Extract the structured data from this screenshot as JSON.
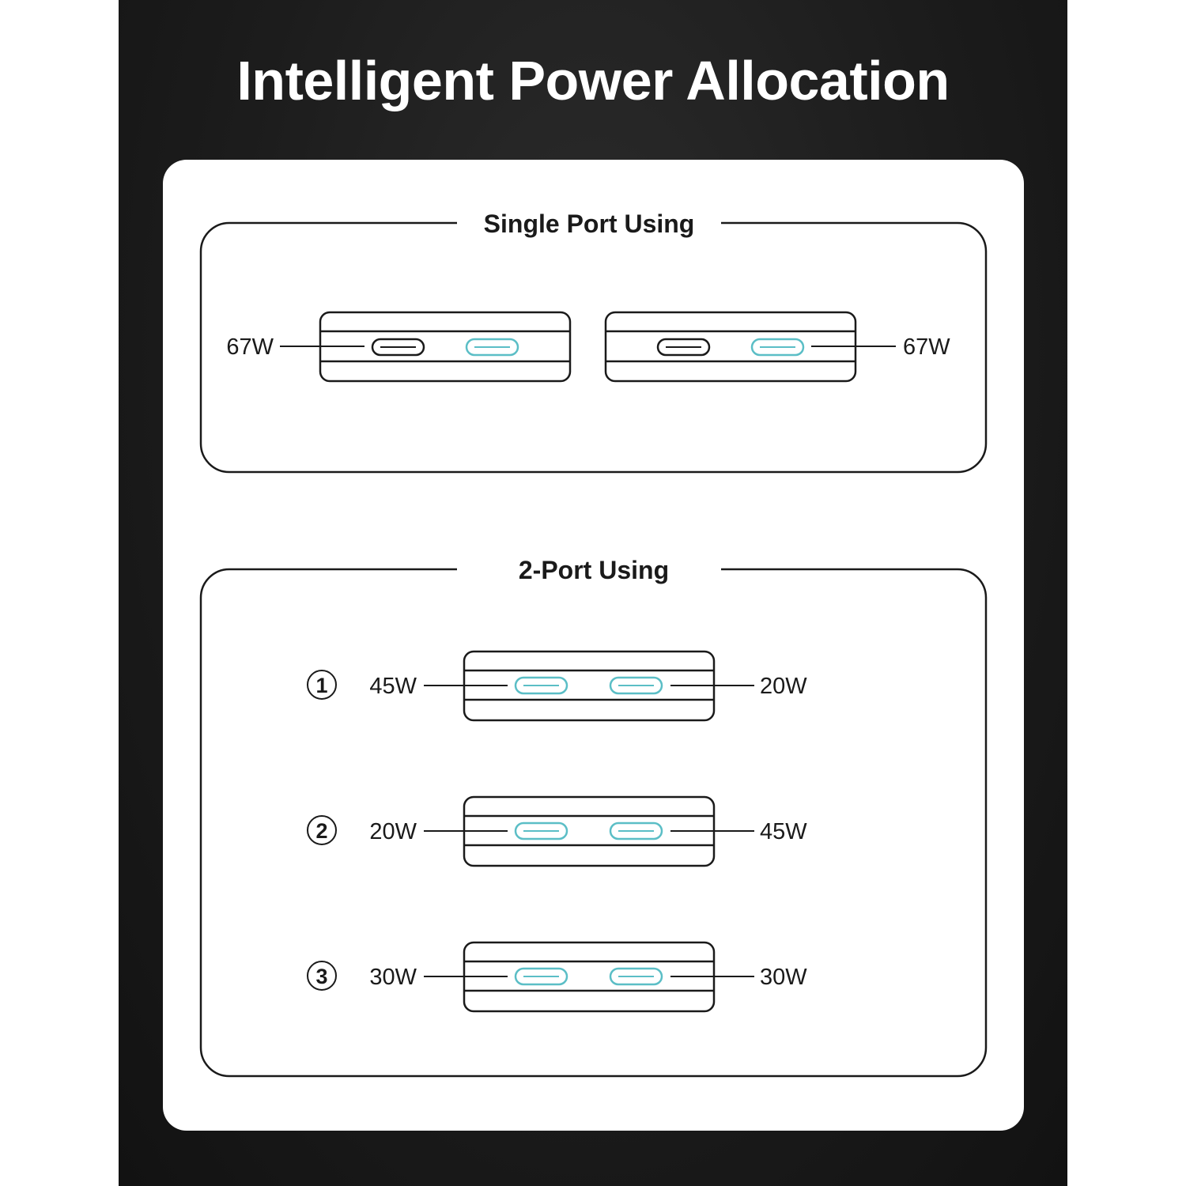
{
  "title": "Intelligent Power Allocation",
  "colors": {
    "background": "#1c1c1c",
    "card": "#ffffff",
    "line": "#1a1a1a",
    "active_port": "#5bbec6"
  },
  "single_port": {
    "title": "Single Port Using",
    "devices": [
      {
        "label": "67W",
        "label_side": "left",
        "port_states": [
          "active-black",
          "active-cyan"
        ],
        "active_port": 1
      },
      {
        "label": "67W",
        "label_side": "right",
        "port_states": [
          "active-black",
          "active-cyan"
        ],
        "active_port": 2
      }
    ]
  },
  "two_port": {
    "title": "2-Port Using",
    "configs": [
      {
        "index": "1",
        "left": "45W",
        "right": "20W"
      },
      {
        "index": "2",
        "left": "20W",
        "right": "45W"
      },
      {
        "index": "3",
        "left": "30W",
        "right": "30W"
      }
    ]
  }
}
